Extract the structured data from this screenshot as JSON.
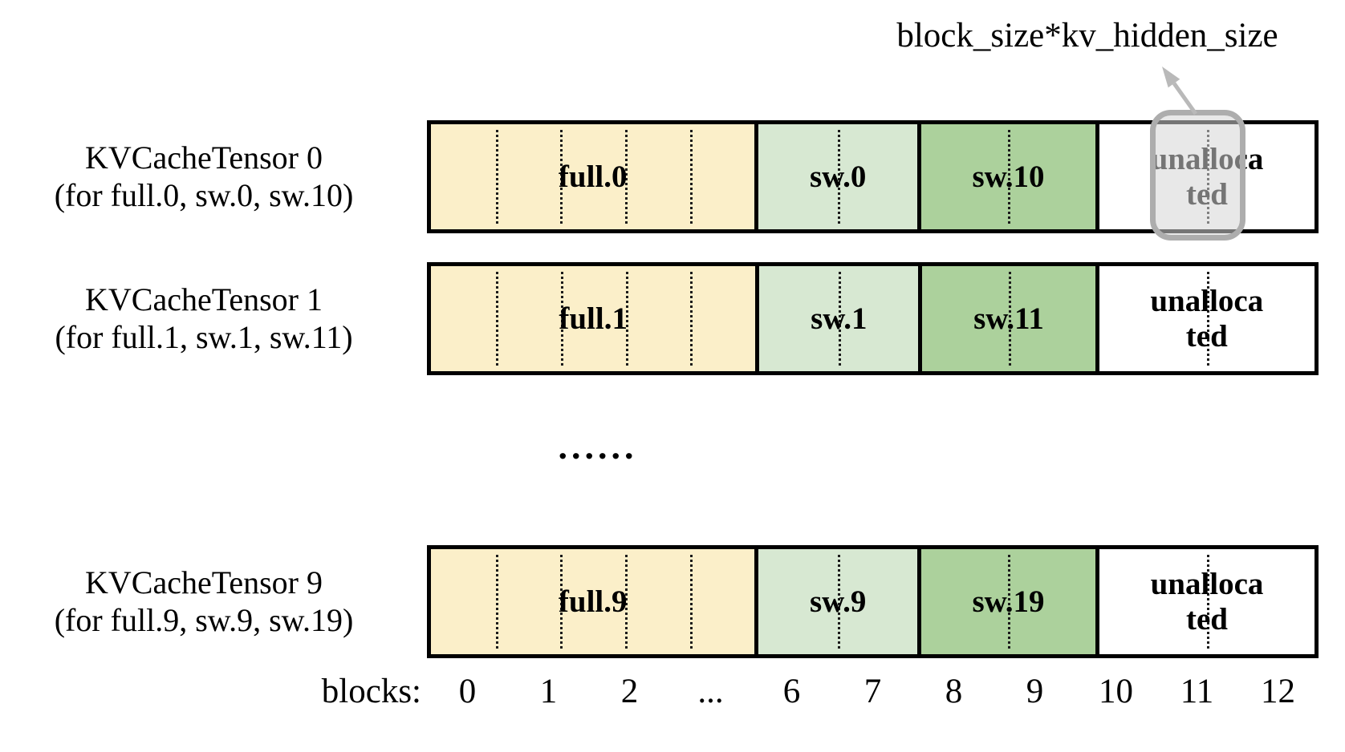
{
  "figure": {
    "annotation_label": "block_size*kv_hidden_size",
    "ellipsis": "......",
    "axis": {
      "label": "blocks:",
      "ticks": [
        "0",
        "1",
        "2",
        "...",
        "6",
        "7",
        "8",
        "9",
        "10",
        "11",
        "12"
      ]
    },
    "rows": [
      {
        "title": "KVCacheTensor 0",
        "subtitle": "(for full.0, sw.0, sw.10)",
        "highlighted": true,
        "segments": [
          {
            "name": "full-0-segment",
            "label_lines": [
              "full.0"
            ],
            "color": "#FBEFC9",
            "cells": 5
          },
          {
            "name": "sw-0-segment",
            "label_lines": [
              "sw.0"
            ],
            "color": "#D7E8D2",
            "cells": 2
          },
          {
            "name": "sw-10-segment",
            "label_lines": [
              "sw.10"
            ],
            "color": "#ACD19C",
            "cells": 2
          },
          {
            "name": "unallocated-segment",
            "label_lines": [
              "unalloca",
              "ted"
            ],
            "color": "#FFFFFF",
            "cells": 2
          }
        ]
      },
      {
        "title": "KVCacheTensor 1",
        "subtitle": "(for full.1, sw.1, sw.11)",
        "highlighted": false,
        "segments": [
          {
            "name": "full-1-segment",
            "label_lines": [
              "full.1"
            ],
            "color": "#FBEFC9",
            "cells": 5
          },
          {
            "name": "sw-1-segment",
            "label_lines": [
              "sw.1"
            ],
            "color": "#D7E8D2",
            "cells": 2
          },
          {
            "name": "sw-11-segment",
            "label_lines": [
              "sw.11"
            ],
            "color": "#ACD19C",
            "cells": 2
          },
          {
            "name": "unallocated-segment",
            "label_lines": [
              "unalloca",
              "ted"
            ],
            "color": "#FFFFFF",
            "cells": 2
          }
        ]
      },
      {
        "title": "KVCacheTensor 9",
        "subtitle": "(for full.9, sw.9, sw.19)",
        "highlighted": false,
        "segments": [
          {
            "name": "full-9-segment",
            "label_lines": [
              "full.9"
            ],
            "color": "#FBEFC9",
            "cells": 5
          },
          {
            "name": "sw-9-segment",
            "label_lines": [
              "sw.9"
            ],
            "color": "#D7E8D2",
            "cells": 2
          },
          {
            "name": "sw-19-segment",
            "label_lines": [
              "sw.19"
            ],
            "color": "#ACD19C",
            "cells": 2
          },
          {
            "name": "unallocated-segment",
            "label_lines": [
              "unalloca",
              "ted"
            ],
            "color": "#FFFFFF",
            "cells": 2
          }
        ]
      }
    ],
    "colors": {
      "full_block": "#FBEFC9",
      "sliding_window_light": "#D7E8D2",
      "sliding_window_dark": "#ACD19C",
      "unallocated": "#FFFFFF",
      "bar_border": "#000000",
      "highlight_border": "#ADADAD",
      "arrow_gray": "#B9B9B9"
    }
  }
}
